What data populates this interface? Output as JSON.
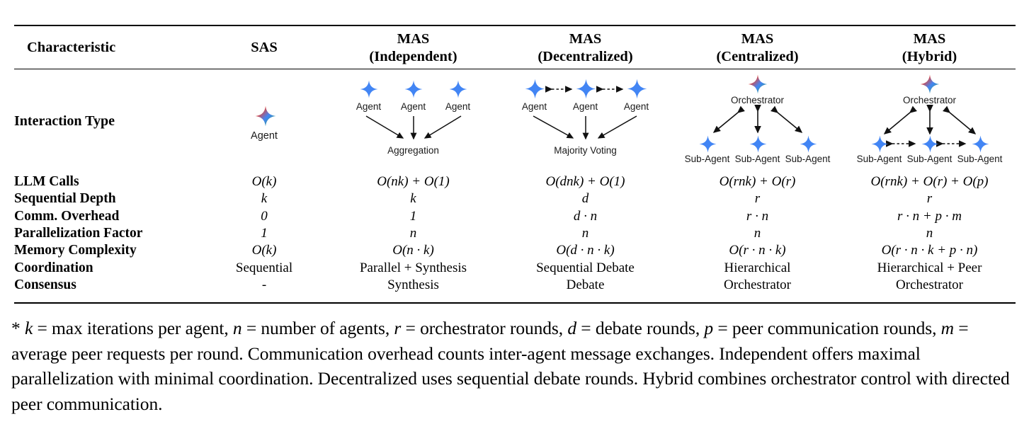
{
  "table": {
    "columns": [
      {
        "id": "characteristic",
        "l1": "Characteristic",
        "l2": ""
      },
      {
        "id": "sas",
        "l1": "SAS",
        "l2": ""
      },
      {
        "id": "mas_independent",
        "l1": "MAS",
        "l2": "(Independent)"
      },
      {
        "id": "mas_decentralized",
        "l1": "MAS",
        "l2": "(Decentralized)"
      },
      {
        "id": "mas_centralized",
        "l1": "MAS",
        "l2": "(Centralized)"
      },
      {
        "id": "mas_hybrid",
        "l1": "MAS",
        "l2": "(Hybrid)"
      }
    ],
    "interaction_row_label": "Interaction Type",
    "rows": [
      {
        "label": "LLM Calls",
        "math": true,
        "values": [
          "O(k)",
          "O(nk) + O(1)",
          "O(dnk) + O(1)",
          "O(rnk) + O(r)",
          "O(rnk) + O(r) + O(p)"
        ]
      },
      {
        "label": "Sequential Depth",
        "math": true,
        "values": [
          "k",
          "k",
          "d",
          "r",
          "r"
        ]
      },
      {
        "label": "Comm. Overhead",
        "math": true,
        "values": [
          "0",
          "1",
          "d · n",
          "r · n",
          "r · n + p · m"
        ]
      },
      {
        "label": "Parallelization Factor",
        "math": true,
        "values": [
          "1",
          "n",
          "n",
          "n",
          "n"
        ]
      },
      {
        "label": "Memory Complexity",
        "math": true,
        "values": [
          "O(k)",
          "O(n · k)",
          "O(d · n · k)",
          "O(r · n · k)",
          "O(r · n · k + p · n)"
        ]
      },
      {
        "label": "Coordination",
        "math": false,
        "values": [
          "Sequential",
          "Parallel + Synthesis",
          "Sequential Debate",
          "Hierarchical",
          "Hierarchical + Peer"
        ]
      },
      {
        "label": "Consensus",
        "math": false,
        "values": [
          "-",
          "Synthesis",
          "Debate",
          "Orchestrator",
          "Orchestrator"
        ]
      }
    ]
  },
  "diagrams": {
    "sas": {
      "agent_label": "Agent"
    },
    "independent": {
      "agent_labels": [
        "Agent",
        "Agent",
        "Agent"
      ],
      "sink_label": "Aggregation"
    },
    "decentralized": {
      "agent_labels": [
        "Agent",
        "Agent",
        "Agent"
      ],
      "sink_label": "Majority Voting"
    },
    "centralized": {
      "orchestrator_label": "Orchestrator",
      "sub_agent_labels": [
        "Sub-Agent",
        "Sub-Agent",
        "Sub-Agent"
      ]
    },
    "hybrid": {
      "orchestrator_label": "Orchestrator",
      "sub_agent_labels": [
        "Sub-Agent",
        "Sub-Agent",
        "Sub-Agent"
      ]
    }
  },
  "footnote": {
    "marker": "*",
    "text": "k = max iterations per agent, n = number of agents, r = orchestrator rounds, d = debate rounds, p = peer communication rounds, m = average peer requests per round. Communication overhead counts inter-agent message exchanges. Independent offers maximal parallelization with minimal coordination. Decentralized uses sequential debate rounds. Hybrid combines orchestrator control with directed peer communication.",
    "italic_symbols": [
      "k",
      "n",
      "r",
      "d",
      "p",
      "m"
    ]
  },
  "colors": {
    "agent_blue": "#4285F4",
    "rainbow_red": "#EA4335",
    "rainbow_blue": "#4285F4",
    "rainbow_green": "#34A853",
    "rainbow_yellow": "#FBBC05",
    "rule": "#000000",
    "text": "#000000"
  }
}
